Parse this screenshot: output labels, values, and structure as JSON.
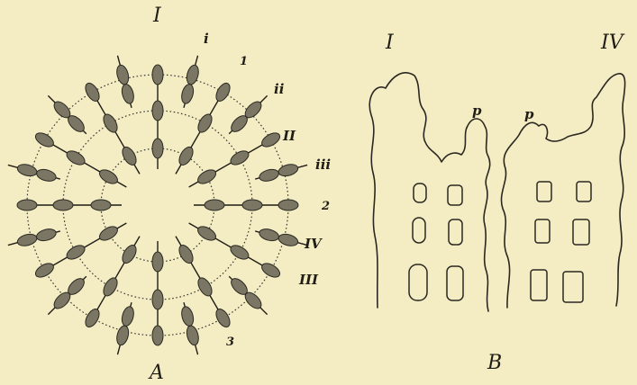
{
  "figure": {
    "top_title": "I",
    "panel_a": {
      "label": "A",
      "ring_labels_outer": [
        "i",
        "ii",
        "iii",
        "IV"
      ],
      "ring_labels_roman": [
        "II",
        "III"
      ],
      "arm_numbers": [
        "1",
        "2",
        "3"
      ]
    },
    "panel_b": {
      "label": "B",
      "left_label": "I",
      "right_label": "IV",
      "p_label_1": "p",
      "p_label_2": "p"
    }
  }
}
